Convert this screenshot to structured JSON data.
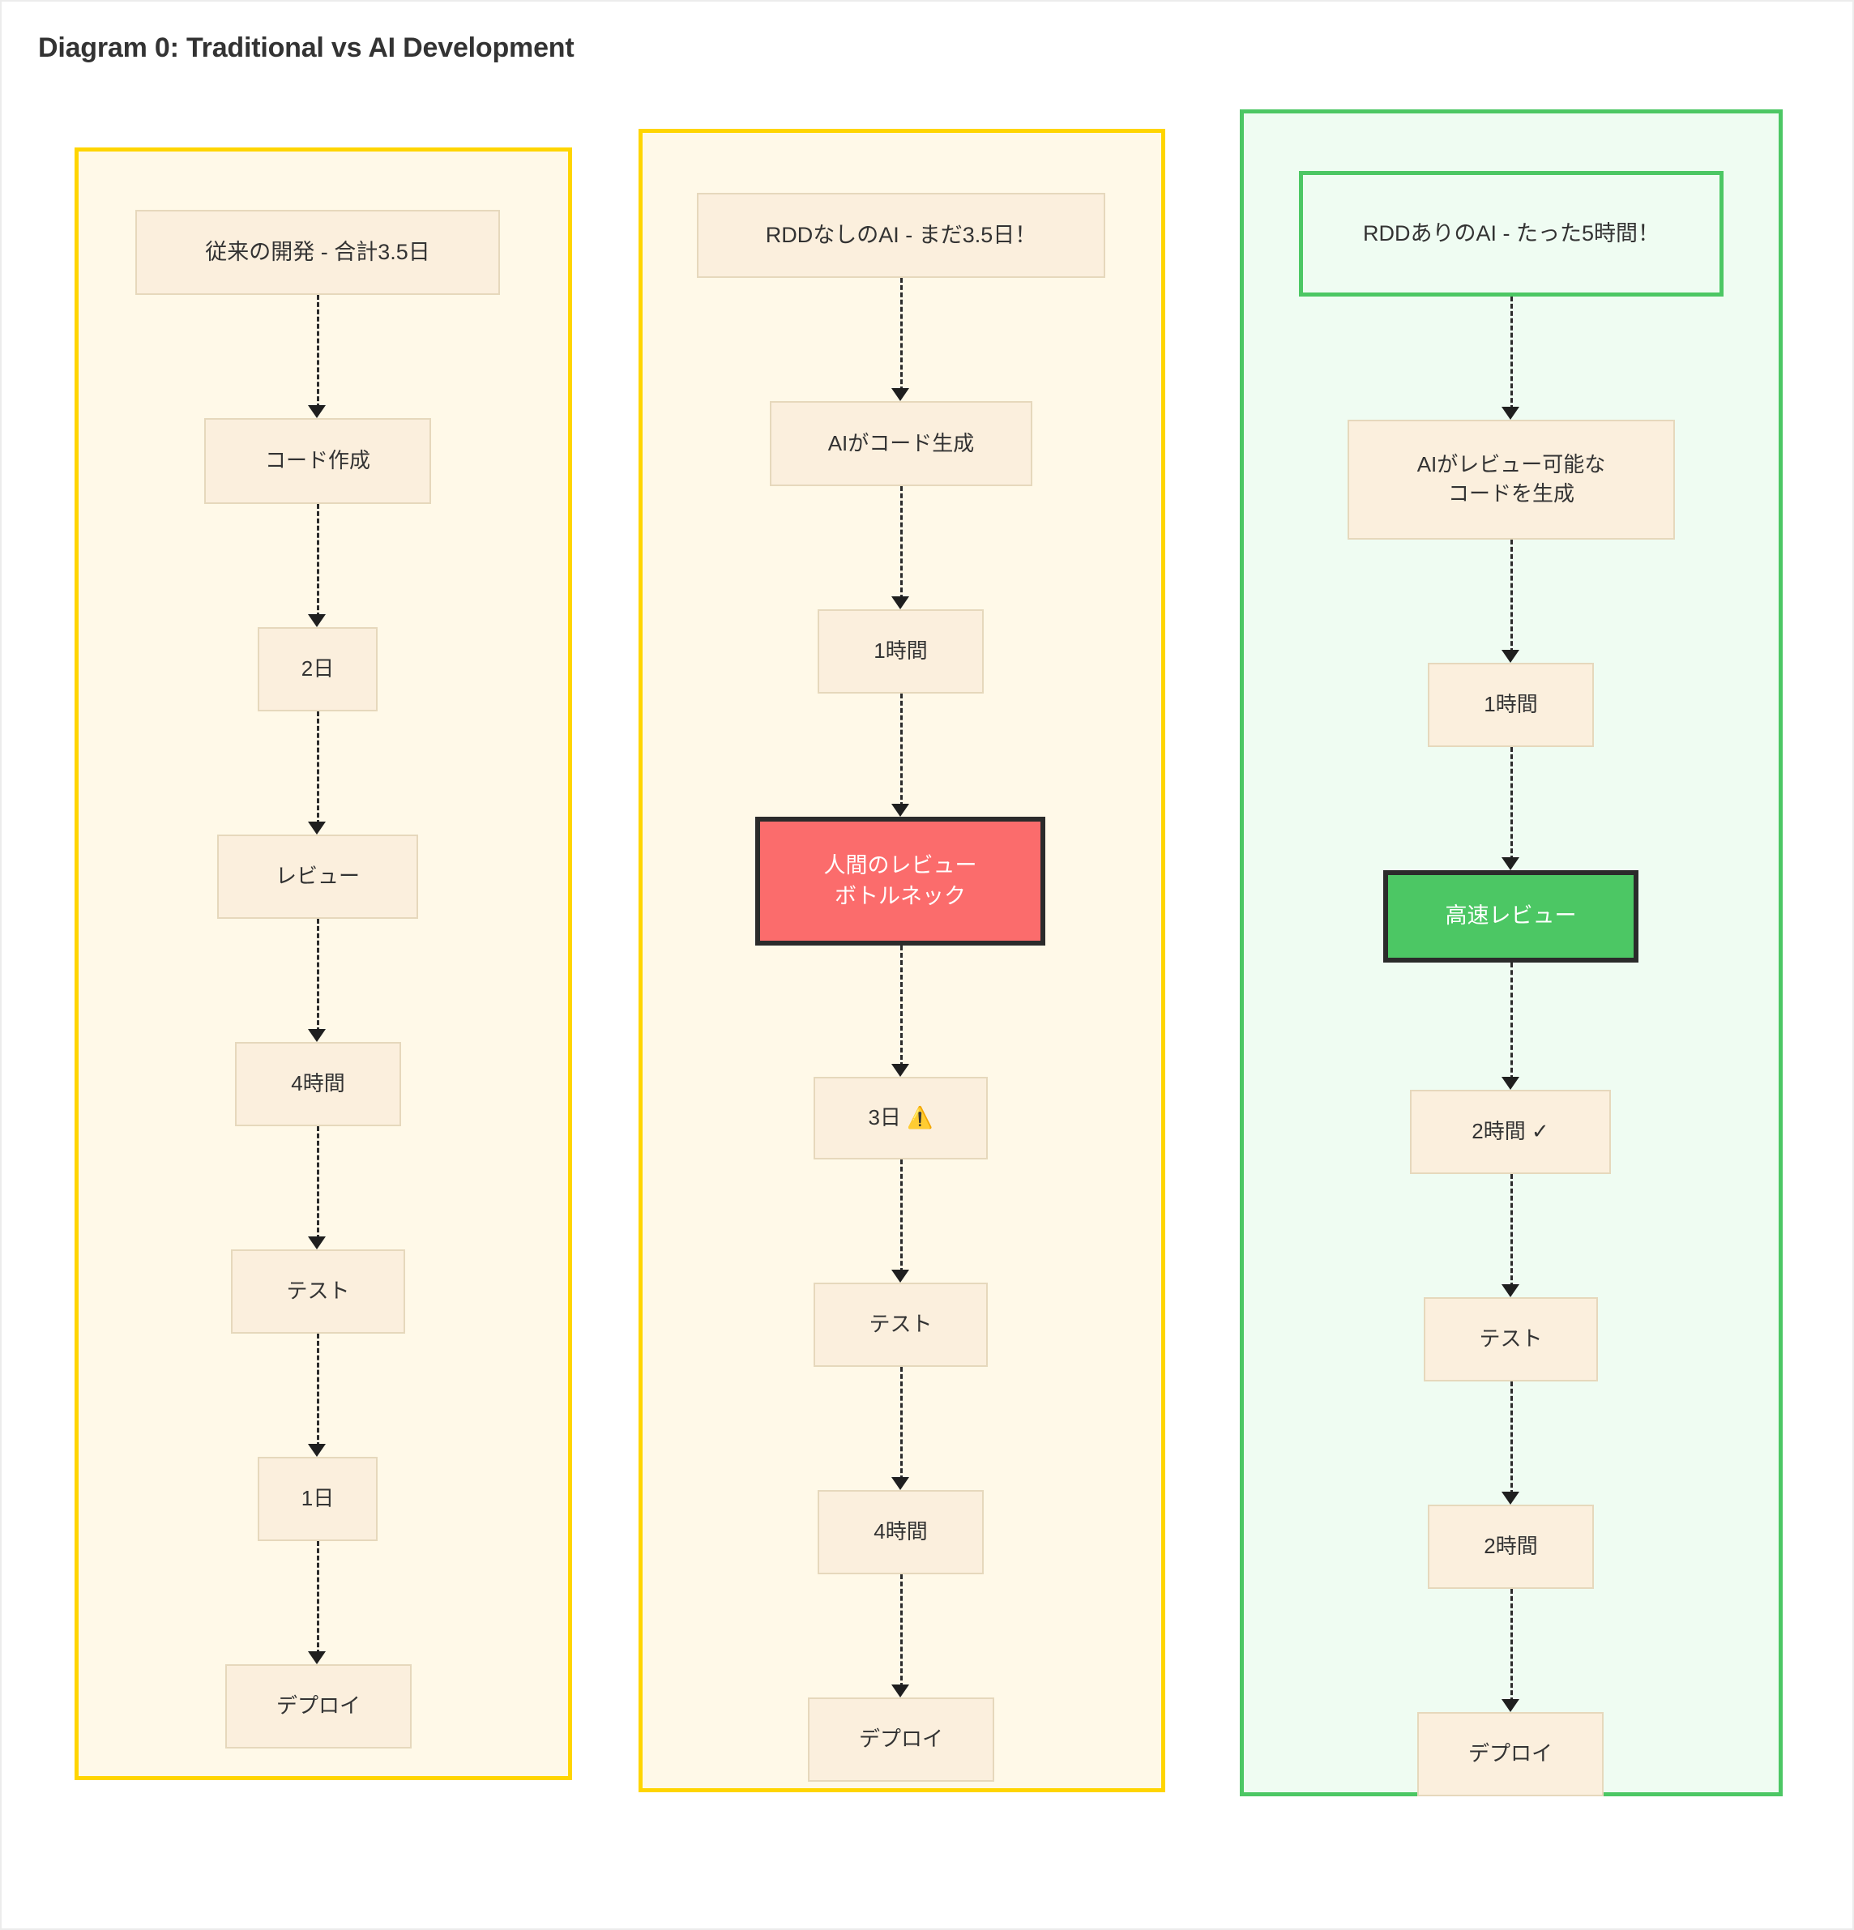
{
  "page": {
    "title": "Diagram 0: Traditional vs AI Development",
    "background": "#ffffff"
  },
  "colors": {
    "lane_yellow_border": "#FFD500",
    "lane_yellow_fill": "#FFF9E8",
    "lane_green_border": "#4CC764",
    "lane_green_fill": "#EFFCF2",
    "node_fill": "#FBEFDD",
    "node_border": "#E6D8BC",
    "danger_fill": "#FB6C6C",
    "success_fill": "#4CC764",
    "emphasis_border": "#2B2B2B",
    "text": "#333333",
    "edge": "#2B2B2B"
  },
  "lanes": [
    {
      "id": "traditional",
      "accent": "yellow",
      "nodes": [
        {
          "id": "t1",
          "label": "従来の開発 - 合計3.5日",
          "style": "header-plain"
        },
        {
          "id": "t2",
          "label": "コード作成",
          "style": "plain"
        },
        {
          "id": "t3",
          "label": "2日",
          "style": "plain"
        },
        {
          "id": "t4",
          "label": "レビュー",
          "style": "plain"
        },
        {
          "id": "t5",
          "label": "4時間",
          "style": "plain"
        },
        {
          "id": "t6",
          "label": "テスト",
          "style": "plain"
        },
        {
          "id": "t7",
          "label": "1日",
          "style": "plain"
        },
        {
          "id": "t8",
          "label": "デプロイ",
          "style": "plain"
        }
      ]
    },
    {
      "id": "ai-without-rdd",
      "accent": "yellow",
      "nodes": [
        {
          "id": "a1",
          "label": "RDDなしのAI - まだ3.5日！",
          "style": "header-plain"
        },
        {
          "id": "a2",
          "label": "AIがコード生成",
          "style": "plain"
        },
        {
          "id": "a3",
          "label": "1時間",
          "style": "plain"
        },
        {
          "id": "a4",
          "label": "人間のレビュー\nボトルネック",
          "style": "danger"
        },
        {
          "id": "a5",
          "label": "3日 ⚠️",
          "style": "plain"
        },
        {
          "id": "a6",
          "label": "テスト",
          "style": "plain"
        },
        {
          "id": "a7",
          "label": "4時間",
          "style": "plain"
        },
        {
          "id": "a8",
          "label": "デプロイ",
          "style": "plain"
        }
      ]
    },
    {
      "id": "ai-with-rdd",
      "accent": "green",
      "nodes": [
        {
          "id": "r1",
          "label": "RDDありのAI - たった5時間！",
          "style": "header-green"
        },
        {
          "id": "r2",
          "label": "AIがレビュー可能な\nコードを生成",
          "style": "plain"
        },
        {
          "id": "r3",
          "label": "1時間",
          "style": "plain"
        },
        {
          "id": "r4",
          "label": "高速レビュー",
          "style": "success"
        },
        {
          "id": "r5",
          "label": "2時間 ✓",
          "style": "plain"
        },
        {
          "id": "r6",
          "label": "テスト",
          "style": "plain"
        },
        {
          "id": "r7",
          "label": "2時間",
          "style": "plain"
        },
        {
          "id": "r8",
          "label": "デプロイ",
          "style": "plain"
        }
      ]
    }
  ]
}
